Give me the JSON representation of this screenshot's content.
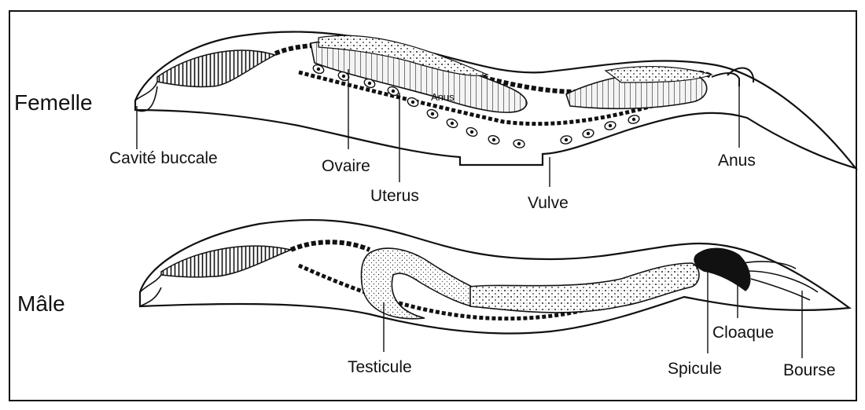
{
  "diagram": {
    "female": {
      "title": "Femelle",
      "labels": {
        "cavite_buccale": "Cavité buccale",
        "ovaire": "Ovaire",
        "uterus": "Uterus",
        "vulve": "Vulve",
        "anus": "Anus",
        "anus_inner": "Anus"
      }
    },
    "male": {
      "title": "Mâle",
      "labels": {
        "testicule": "Testicule",
        "spicule": "Spicule",
        "cloaque": "Cloaque",
        "bourse": "Bourse"
      }
    }
  }
}
